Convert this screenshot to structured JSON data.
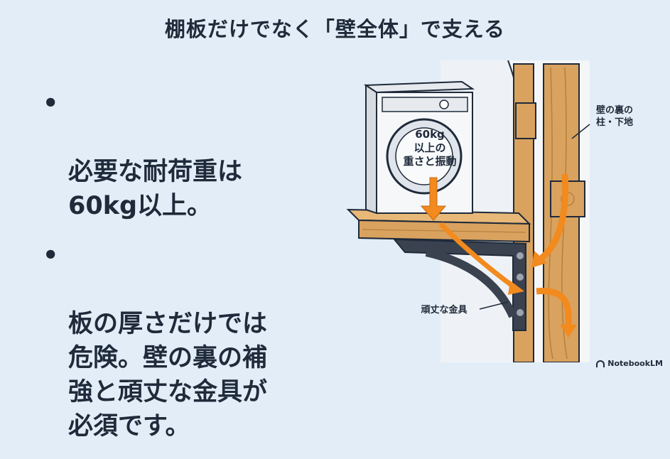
{
  "title": "棚板だけでなく「壁全体」で支える",
  "bullets": [
    {
      "marker": "•",
      "text": "必要な耐荷重は\n60kg以上。"
    },
    {
      "marker": "•",
      "text": "板の厚さだけでは\n危険。壁の裏の補\n強と頑丈な金具が\n必須です。"
    }
  ],
  "diagram": {
    "load_label": "60kg\n以上の\n重さと振動",
    "wall_label": "壁の裏の\n柱・下地",
    "bracket_label": "頑丈な金具",
    "arrow_color": "#f28a1e",
    "wood_color": "#d9a25f",
    "bracket_color": "#3a4250"
  },
  "brand": "NotebookLM"
}
